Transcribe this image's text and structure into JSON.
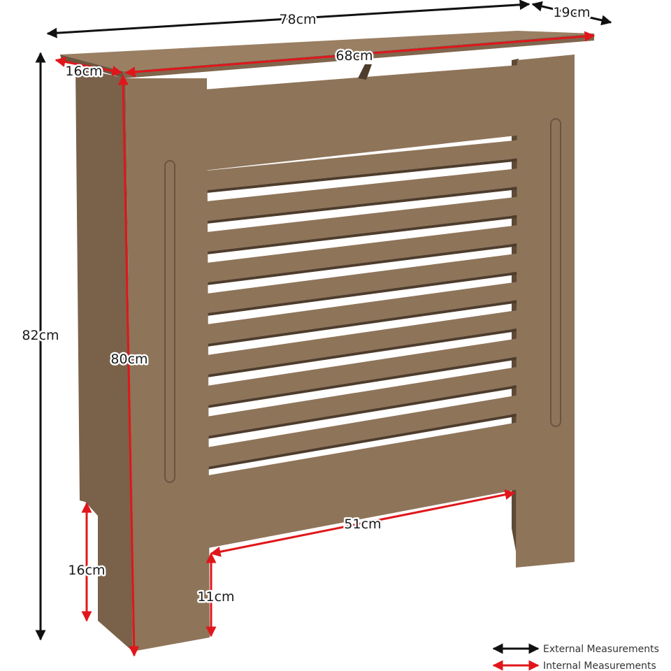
{
  "colors": {
    "external": "#111111",
    "internal": "#e0161b",
    "mdf_front": "#8e7459",
    "mdf_side": "#7a6149",
    "mdf_top": "#9a7f63",
    "mdf_dark": "#4e3c2c"
  },
  "dimensions": {
    "overall_width": "78cm",
    "overall_depth": "19cm",
    "inner_width": "68cm",
    "side_depth": "16cm",
    "overall_height": "82cm",
    "inner_height": "80cm",
    "side_cutout_height": "16cm",
    "front_gap_height": "11cm",
    "front_gap_width": "51cm"
  },
  "legend": {
    "external_label": "External Measurements",
    "internal_label": "Internal Measurements"
  }
}
